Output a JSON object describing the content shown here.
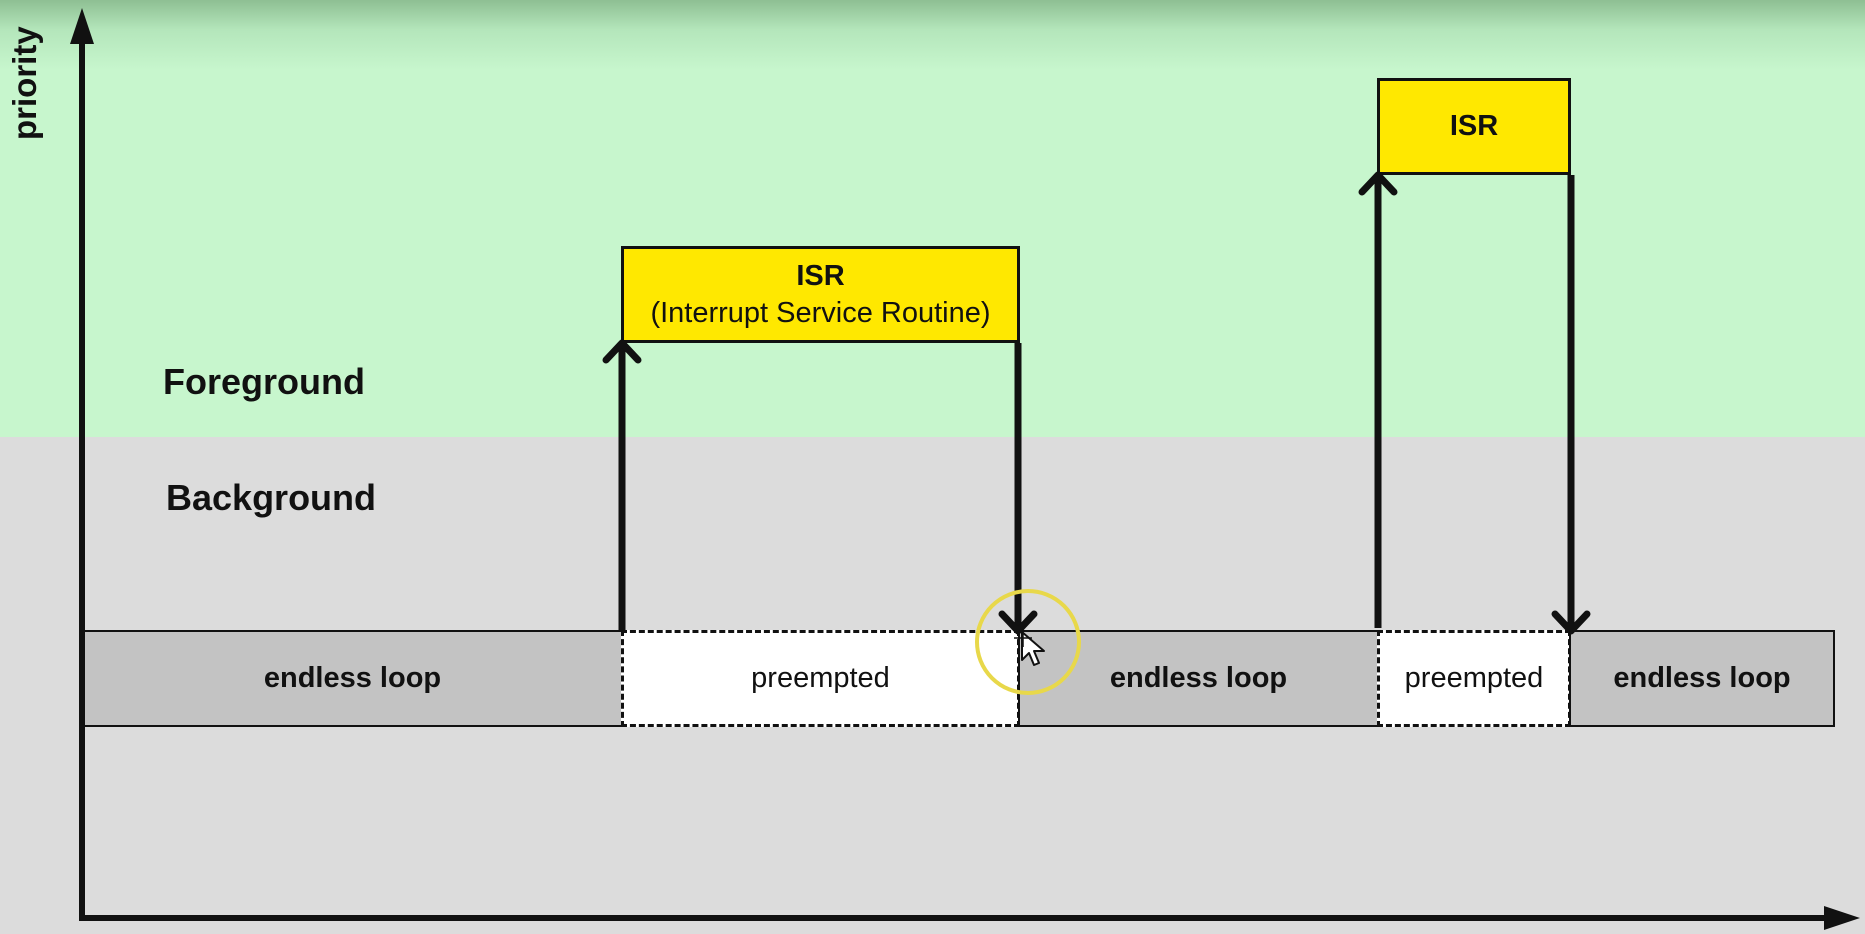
{
  "axes": {
    "y_label": "priority"
  },
  "regions": {
    "foreground_label": "Foreground",
    "background_label": "Background",
    "foreground_color": "#c7f6cd",
    "background_color": "#dcdcdc"
  },
  "isr_boxes": [
    {
      "title": "ISR",
      "subtitle": "(Interrupt Service Routine)"
    },
    {
      "title": "ISR",
      "subtitle": ""
    }
  ],
  "isr_color": "#ffe800",
  "timeline": [
    {
      "label": "endless loop",
      "kind": "loop"
    },
    {
      "label": "preempted",
      "kind": "preempted"
    },
    {
      "label": "endless loop",
      "kind": "loop"
    },
    {
      "label": "preempted",
      "kind": "preempted"
    },
    {
      "label": "endless loop",
      "kind": "loop"
    }
  ],
  "cursor": {
    "highlight_color": "#e8d84a"
  }
}
